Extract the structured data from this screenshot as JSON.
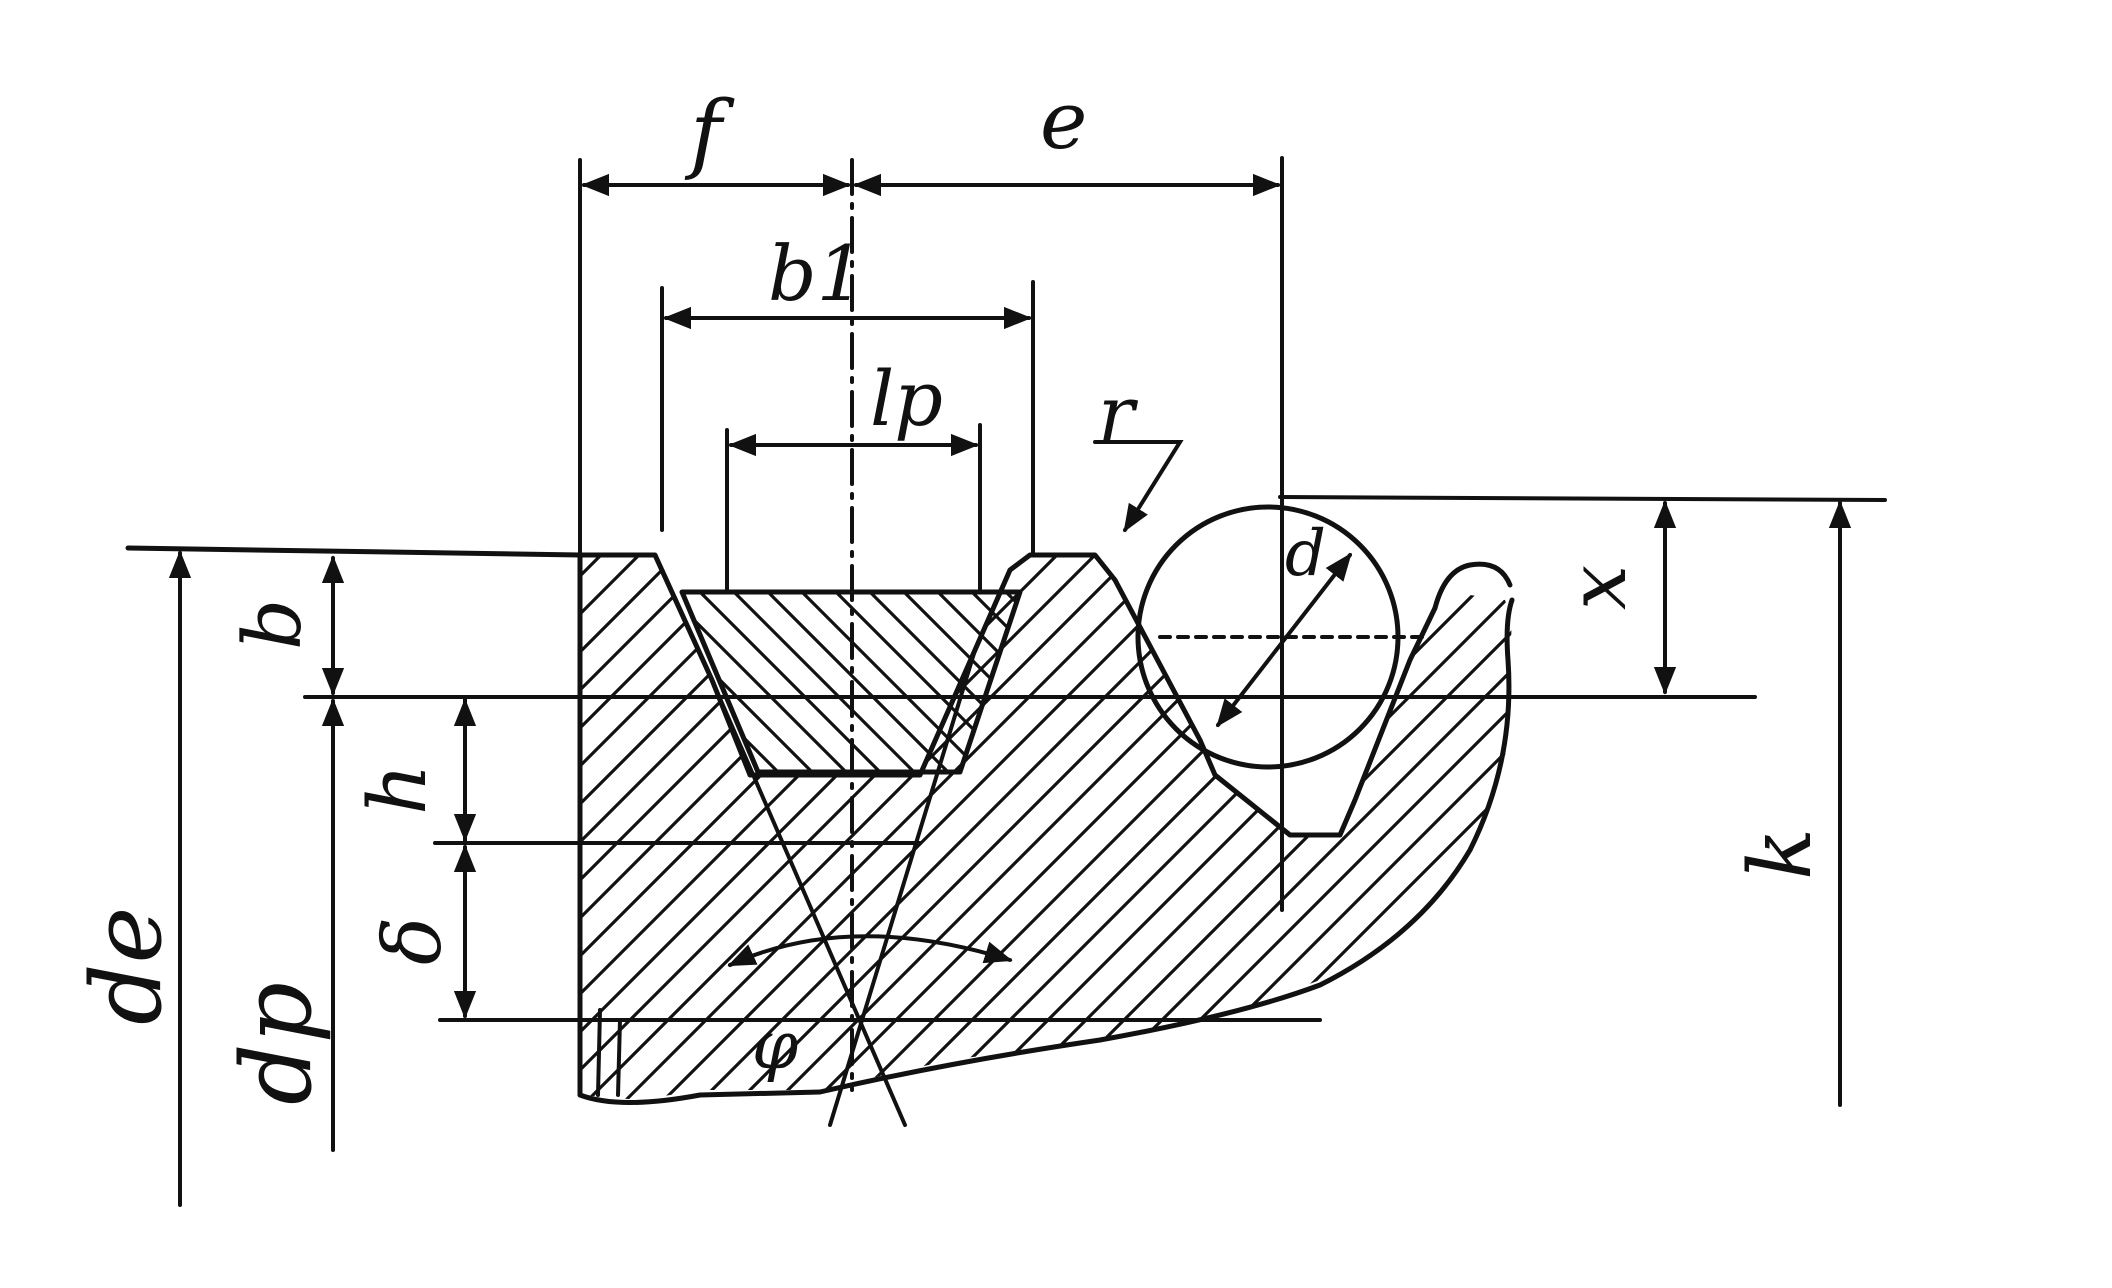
{
  "diagram": {
    "labels": {
      "f": "f",
      "e": "e",
      "b1": "b1",
      "lp": "lp",
      "r": "r",
      "d": "d",
      "x": "x",
      "k": "k",
      "b": "b",
      "h": "h",
      "delta": "δ",
      "de": "de",
      "dp": "dp",
      "phi": "φ"
    }
  }
}
